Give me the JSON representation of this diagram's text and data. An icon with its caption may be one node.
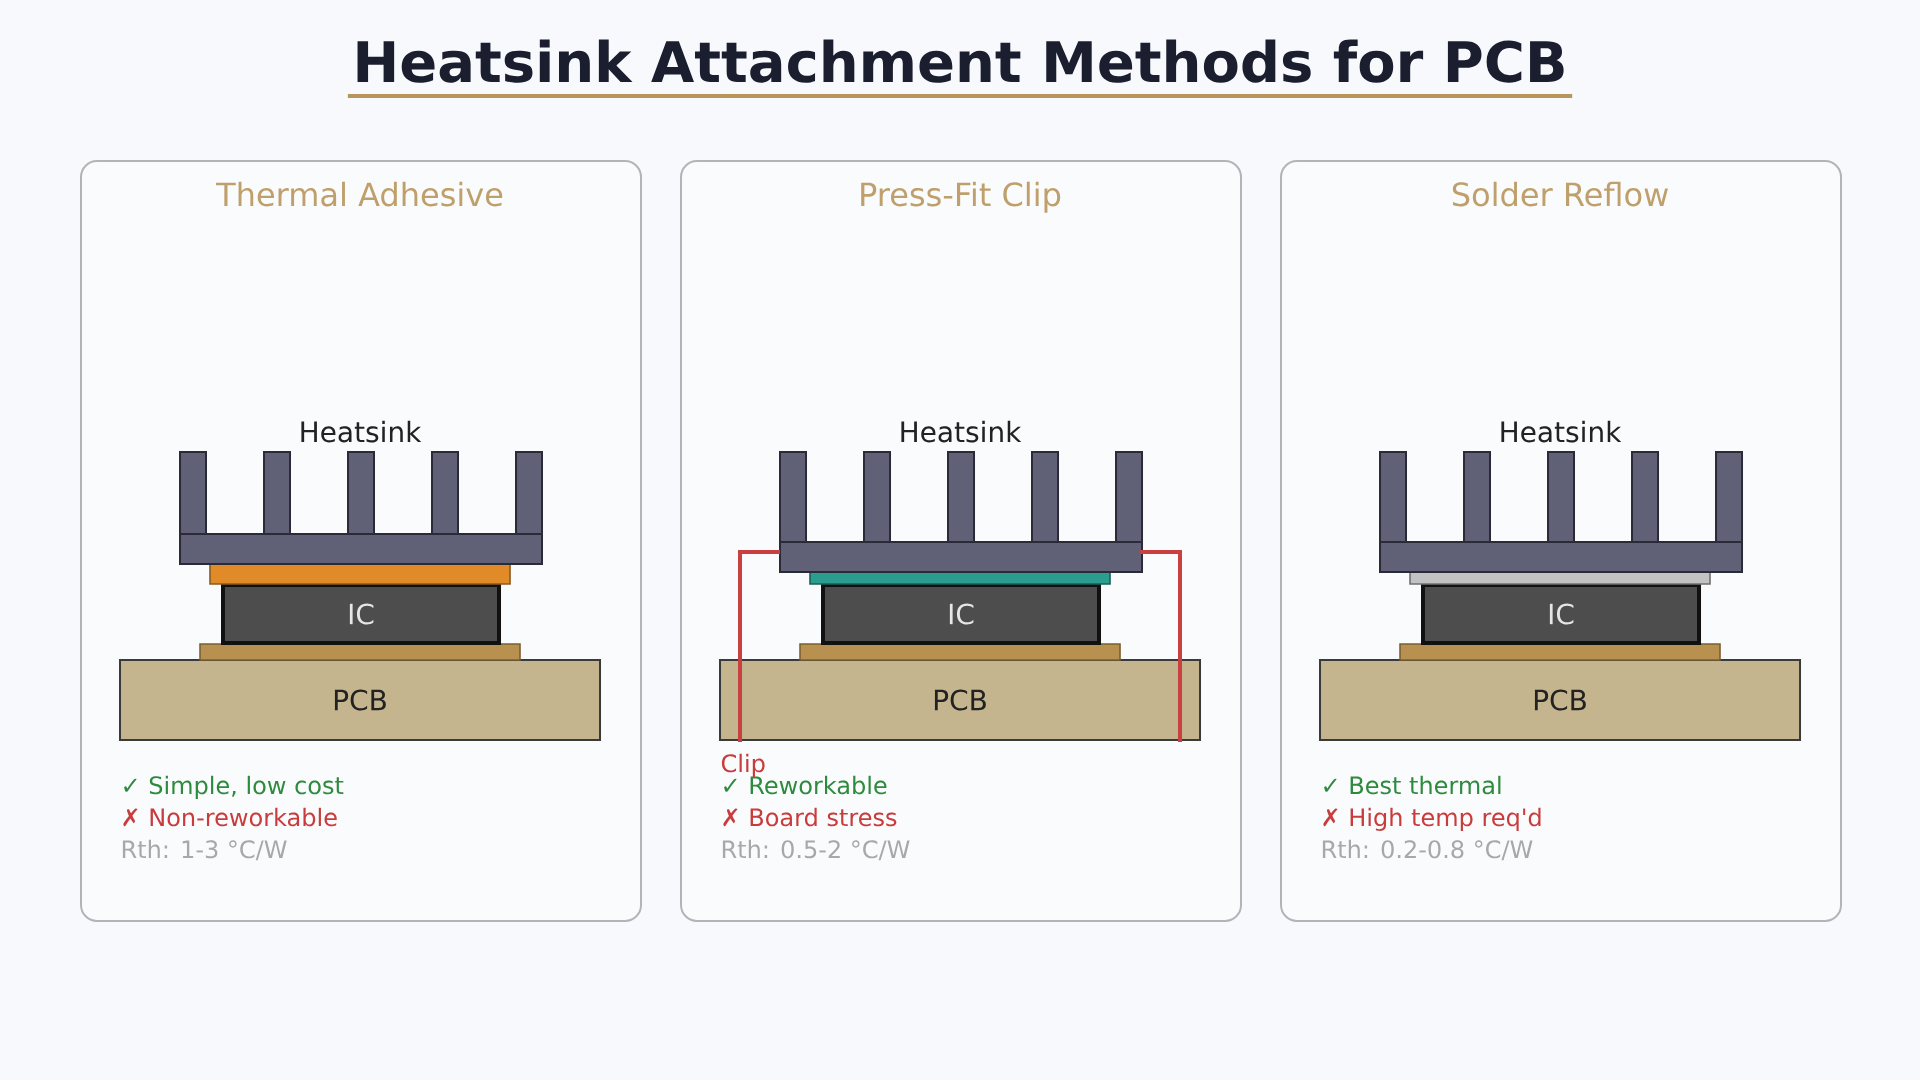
{
  "diagram": {
    "title": "Heatsink Attachment Methods for PCB",
    "nodes": [
      {
        "text": [
          "Thermal Adhesive",
          "✓ Simple, low cost",
          "✗ Non-reworkable",
          "Rth: 1-3 °C/W"
        ]
      },
      {
        "text": [
          "Heatsink"
        ],
        "in": 0
      },
      {
        "text": [
          "IC"
        ],
        "in": 0
      },
      {
        "text": [
          "PCB"
        ],
        "in": 0
      },
      {
        "text": [
          "Press-Fit Clip",
          "✓ Reworkable",
          "✗ Board stress",
          "Rth: 0.5-2 °C/W"
        ]
      },
      {
        "text": [
          "Heatsink"
        ],
        "in": 4
      },
      {
        "text": [
          "IC"
        ],
        "in": 4
      },
      {
        "text": [
          "PCB"
        ],
        "in": 4
      },
      {
        "text": [
          "Solder Reflow",
          "✓ Best thermal",
          "✗ High temp req'd",
          "Rth: 0.2-0.8 °C/W"
        ]
      },
      {
        "text": [
          "Heatsink"
        ],
        "in": 8
      },
      {
        "text": [
          "IC"
        ],
        "in": 8
      },
      {
        "text": [
          "PCB"
        ],
        "in": 8
      }
    ],
    "labels": [
      "Clip"
    ]
  }
}
